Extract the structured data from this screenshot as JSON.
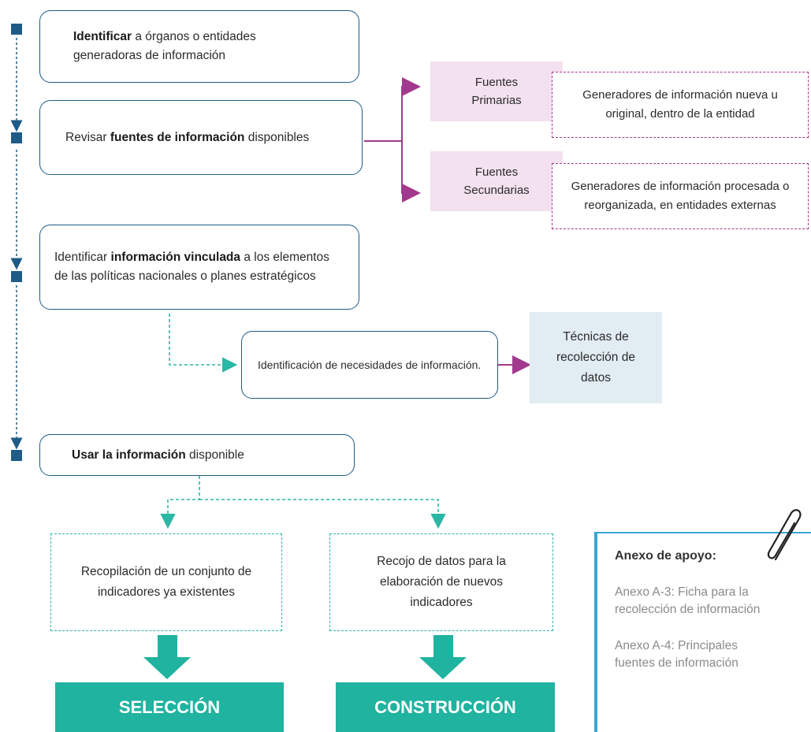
{
  "steps": {
    "s1": {
      "bold": "Identificar",
      "rest": " a órganos o entidades",
      "line2": "generadoras de información"
    },
    "s2": {
      "pre": "Revisar ",
      "bold": "fuentes de información",
      "post": " disponibles"
    },
    "s3": {
      "pre": "Identificar ",
      "bold": "información vinculada",
      "post": " a los elementos",
      "line2": "de las políticas nacionales o planes estratégicos"
    },
    "s4": {
      "bold": "Usar la información",
      "post": " disponible"
    }
  },
  "sources": {
    "primary": {
      "l1": "Fuentes",
      "l2": "Primarias",
      "desc1": "Generadores de información nueva u",
      "desc2": "original, dentro de la entidad"
    },
    "secondary": {
      "l1": "Fuentes",
      "l2": "Secundarias",
      "desc1": "Generadores de información procesada o",
      "desc2": "reorganizada, en entidades externas"
    }
  },
  "needs": {
    "label": "Identificación de necesidades de información."
  },
  "techniques": {
    "l1": "Técnicas de",
    "l2": "recolección de",
    "l3": "datos"
  },
  "selection": {
    "l1": "Recopilación de un conjunto de",
    "l2": "indicadores ya existentes",
    "banner": "SELECCIÓN"
  },
  "construction": {
    "l1": "Recojo de datos para la",
    "l2": "elaboración de nuevos",
    "l3": "indicadores",
    "banner": "CONSTRUCCIÓN"
  },
  "anexo": {
    "title": "Anexo de apoyo:",
    "items": [
      {
        "l1": "Anexo A-3: Ficha para la",
        "l2": "recolección de información"
      },
      {
        "l1": "Anexo A-4: Principales",
        "l2": "fuentes de información"
      }
    ],
    "icon": "paperclip-icon"
  },
  "colors": {
    "navy": "#1e5b86",
    "teal": "#2bb7a5",
    "magenta": "#a13a8f",
    "pink": "#f3e1ef",
    "lightblue": "#e2ecf3",
    "banner": "#1fb3a0"
  }
}
